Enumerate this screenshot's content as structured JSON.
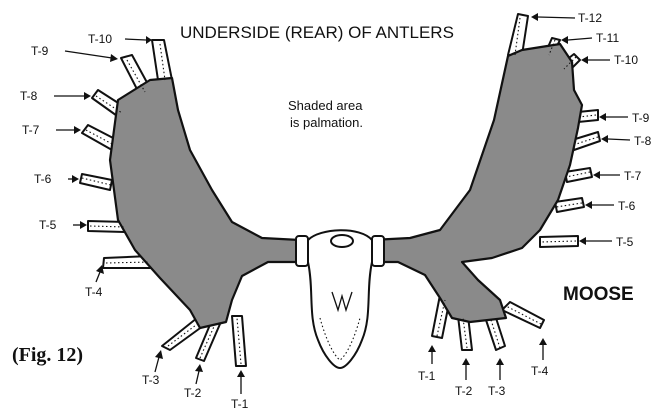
{
  "title": "UNDERSIDE (REAR) OF ANTLERS",
  "note_line1": "Shaded area",
  "note_line2": "is palmation.",
  "species": "MOOSE",
  "figure_label": "(Fig. 12)",
  "palm_color": "#8a8a8a",
  "left_tine_labels": [
    "T-10",
    "T-9",
    "T-8",
    "T-7",
    "T-6",
    "T-5",
    "T-4",
    "T-3",
    "T-2",
    "T-1"
  ],
  "right_tine_labels": [
    "T-12",
    "T-11",
    "T-10",
    "T-9",
    "T-8",
    "T-7",
    "T-6",
    "T-5",
    "T-4",
    "T-3",
    "T-2",
    "T-1"
  ]
}
